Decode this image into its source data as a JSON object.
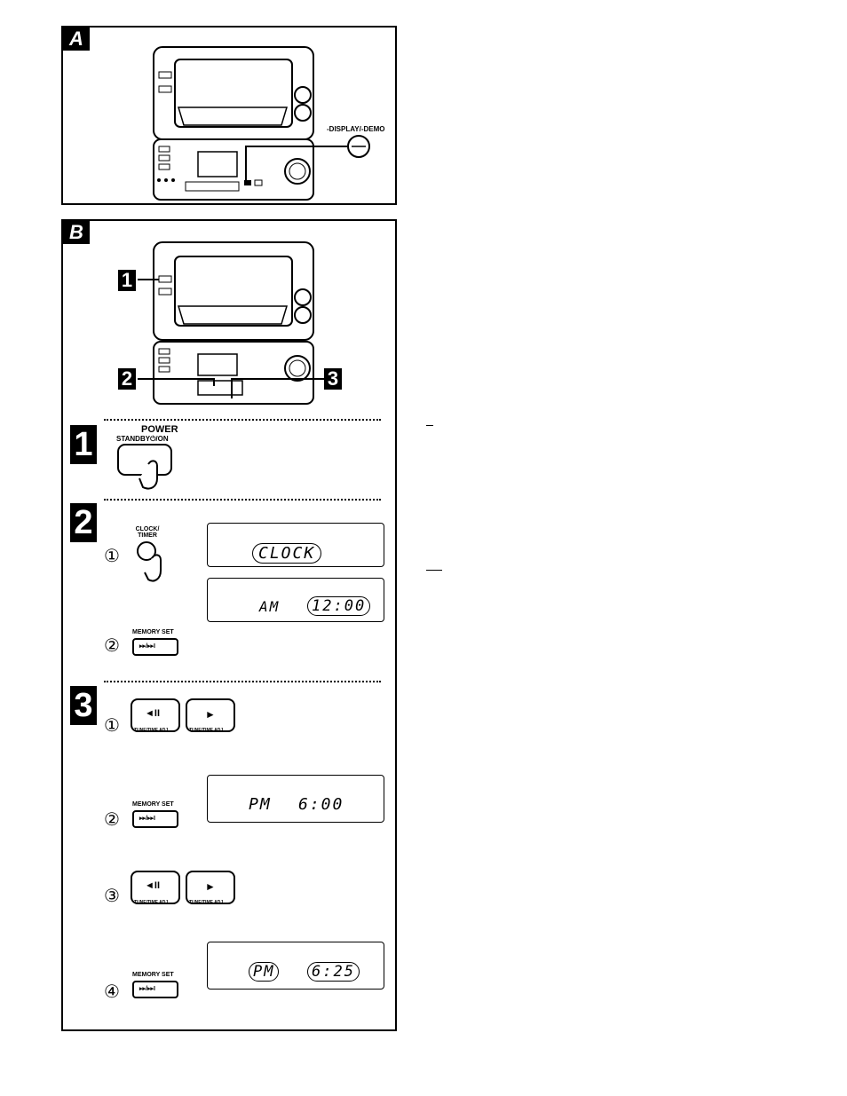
{
  "panel_a": {
    "tag": "A",
    "callout_label": "-DISPLAY/-DEMO"
  },
  "panel_b": {
    "tag": "B",
    "callouts": [
      "1",
      "2",
      "3"
    ],
    "step1": {
      "number": "1",
      "button_title": "POWER",
      "button_subtitle": "STANDBY⏻/ON"
    },
    "step2": {
      "number": "2",
      "sub1": "①",
      "sub2": "②",
      "clock_button": "CLOCK/ TIMER",
      "memory_set": "MEMORY SET",
      "memory_symbol": "▸▸/▸▸I",
      "lcd1": "CLOCK",
      "lcd2_am": "AM",
      "lcd2_time": "12:00"
    },
    "step3": {
      "number": "3",
      "sub1": "①",
      "sub2": "②",
      "sub3": "③",
      "sub4": "④",
      "tune_left": "◄II",
      "tune_right": "►",
      "tune_left_label": "TUNE/TIME ADJ",
      "tune_right_label": "TUNE/TIME ADJ",
      "memory_set": "MEMORY SET",
      "memory_symbol": "▸▸/▸▸I",
      "lcd3_pm": "PM",
      "lcd3_time": "6:00",
      "lcd4_pm": "PM",
      "lcd4_time": "6:25"
    }
  }
}
